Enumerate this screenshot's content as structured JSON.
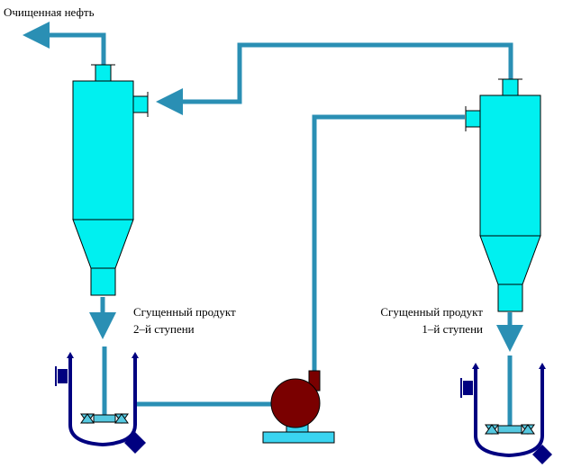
{
  "labels": {
    "purified_oil": "Очищенная нефть",
    "stage2_line1": "Сгущенный продукт",
    "stage2_line2": "2–й ступени",
    "stage1_line1": "Сгущенный продукт",
    "stage1_line2": "1–й ступени"
  },
  "colors": {
    "vessel_fill": "#00f0f0",
    "pipe": "#2a8fb4",
    "tank": "#000080",
    "pump": "#7a0000",
    "pump_base": "#3ad4f0",
    "stirrer_blade": "#55c8e0",
    "outline": "#000000"
  }
}
